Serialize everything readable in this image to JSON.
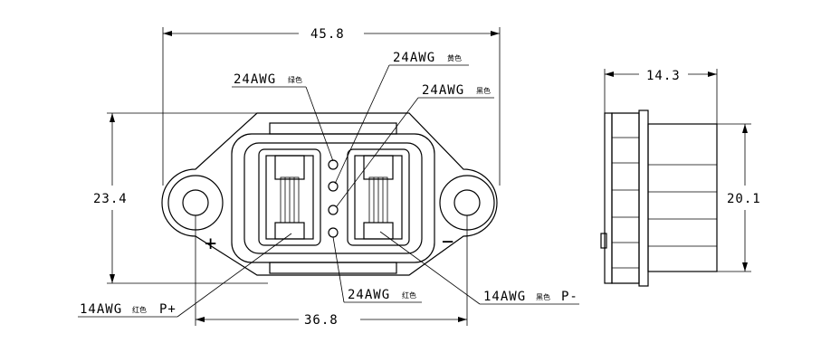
{
  "dimensions": {
    "overall_width": "45.8",
    "overall_height": "23.4",
    "hole_spacing": "36.8",
    "side_depth": "14.3",
    "side_height": "20.1"
  },
  "callouts": {
    "signal_green": {
      "gauge": "24AWG",
      "color": "绿色"
    },
    "signal_yellow": {
      "gauge": "24AWG",
      "color": "黄色"
    },
    "signal_black": {
      "gauge": "24AWG",
      "color": "黑色"
    },
    "signal_red": {
      "gauge": "24AWG",
      "color": "红色"
    },
    "power_positive": {
      "gauge": "14AWG",
      "color": "红色",
      "pole": "P+"
    },
    "power_negative": {
      "gauge": "14AWG",
      "color": "黑色",
      "pole": "P-"
    }
  },
  "polarity": {
    "left": "+",
    "right": "−"
  }
}
